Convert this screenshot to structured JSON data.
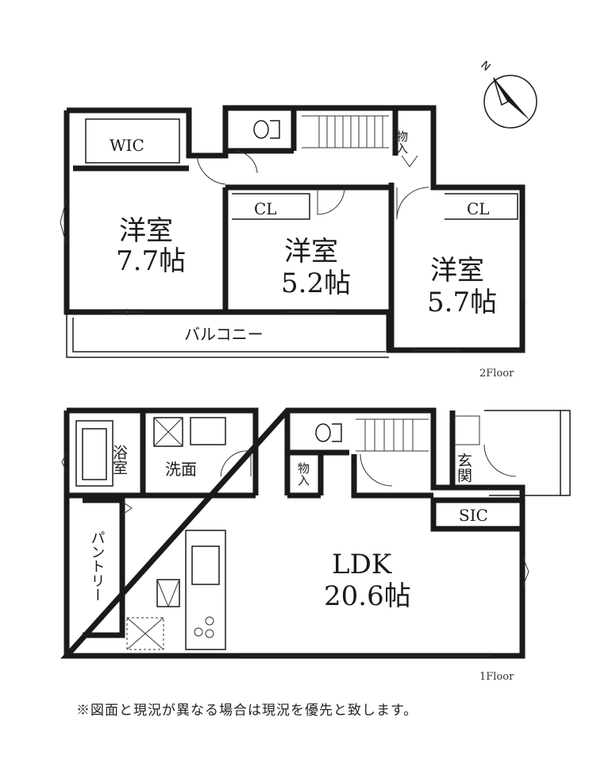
{
  "floor2": {
    "label": "2Floor",
    "rooms": {
      "wic": "WIC",
      "bedroom1_name": "洋室",
      "bedroom1_size": "7.7帖",
      "bedroom2_name": "洋室",
      "bedroom2_size": "5.2帖",
      "bedroom3_name": "洋室",
      "bedroom3_size": "5.7帖",
      "cl1": "CL",
      "cl2": "CL",
      "storage": "物入",
      "balcony": "バルコニー"
    }
  },
  "floor1": {
    "label": "1Floor",
    "rooms": {
      "bath": "浴室",
      "washroom": "洗面",
      "storage": "物入",
      "entrance": "玄関",
      "sic": "SIC",
      "pantry": "パントリー",
      "ldk_name": "LDK",
      "ldk_size": "20.6帖"
    }
  },
  "note": "※図面と現況が異なる場合は現況を優先と致します。",
  "compass": {
    "north_label": "N"
  }
}
